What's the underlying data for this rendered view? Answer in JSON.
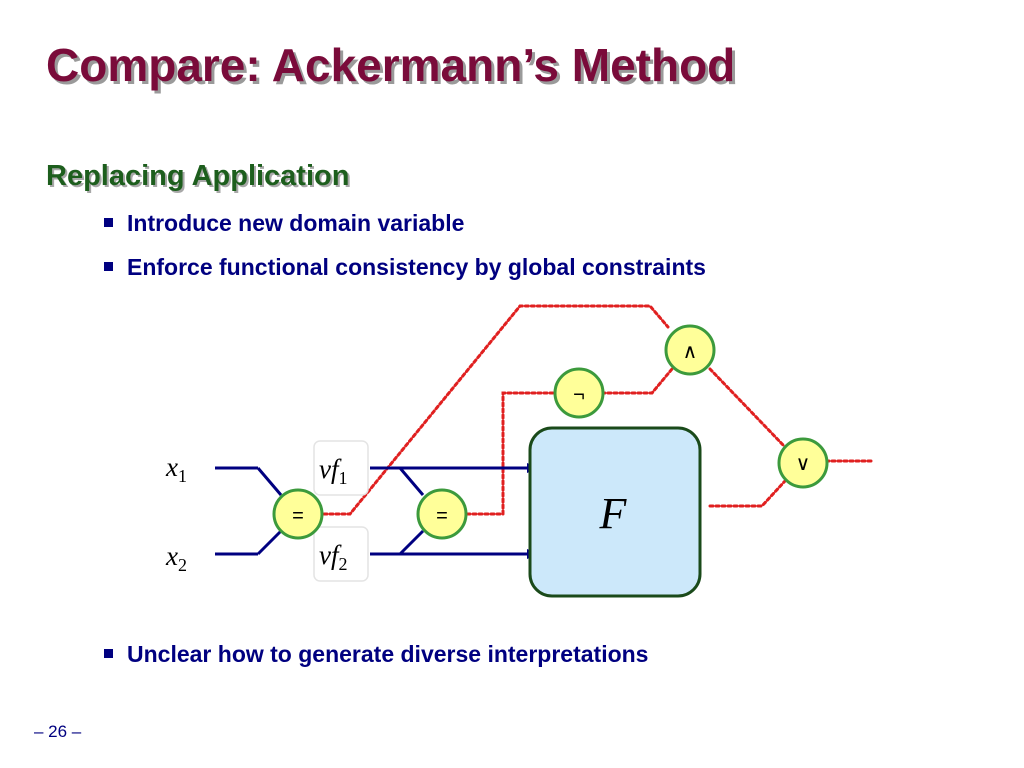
{
  "slide": {
    "title": "Compare: Ackermann’s Method",
    "subtitle": "Replacing Application",
    "bullets": [
      "Introduce new domain variable",
      "Enforce functional consistency by global constraints",
      "Unclear how to generate diverse interpretations"
    ],
    "page_number": "– 26 –"
  },
  "diagram": {
    "inputs": [
      {
        "var": "x",
        "sub": "1"
      },
      {
        "var": "x",
        "sub": "2"
      }
    ],
    "vars": [
      {
        "var": "vf",
        "sub": "1"
      },
      {
        "var": "vf",
        "sub": "2"
      }
    ],
    "eq_gate_label": "=",
    "not_gate_label": "¬",
    "and_gate_label": "∧",
    "or_gate_label": "∨",
    "function_label": "F"
  },
  "colors": {
    "title": "#7a0b3a",
    "subtitle": "#1d5e1d",
    "bullet_text": "#000080",
    "wire": "#000080",
    "constraint_wire": "#e02020",
    "gate_fill": "#ffff99",
    "gate_stroke": "#3c9a3c",
    "function_fill": "#cce8fa"
  }
}
